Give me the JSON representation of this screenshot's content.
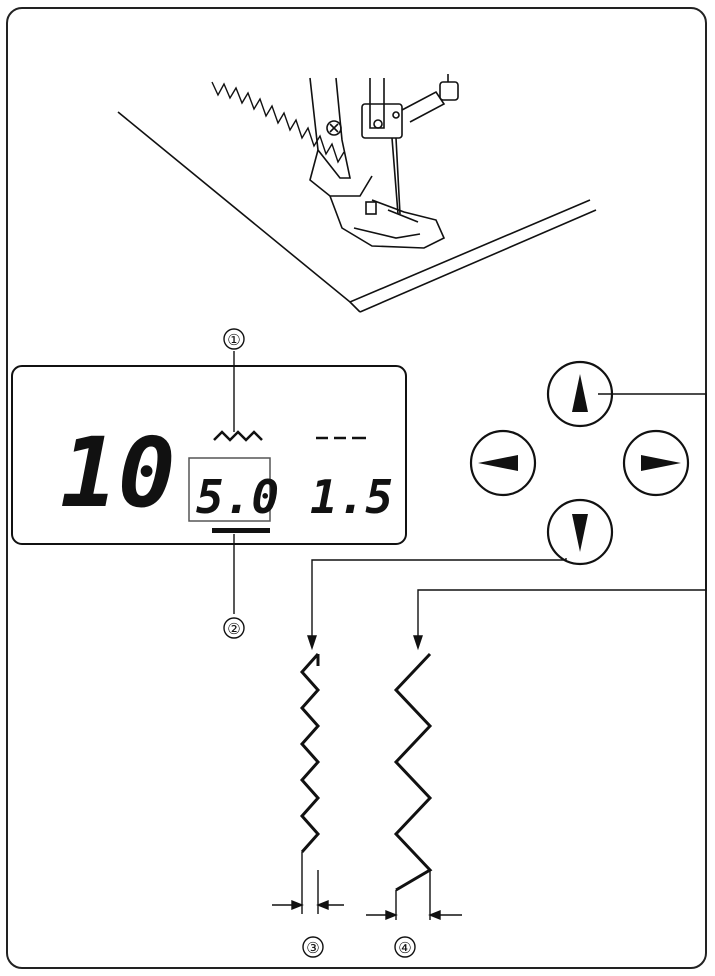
{
  "display": {
    "pattern_number": "10",
    "stitch_width": "5.0",
    "stitch_length": "1.5"
  },
  "callouts": {
    "c1": "①",
    "c2": "②",
    "c3": "③",
    "c4": "④"
  },
  "buttons": {
    "up": "▲",
    "down": "▼",
    "left": "◄",
    "right": "►"
  },
  "icons": {
    "width_icon": "zigzag-width-icon",
    "length_icon": "dashed-length-icon"
  }
}
